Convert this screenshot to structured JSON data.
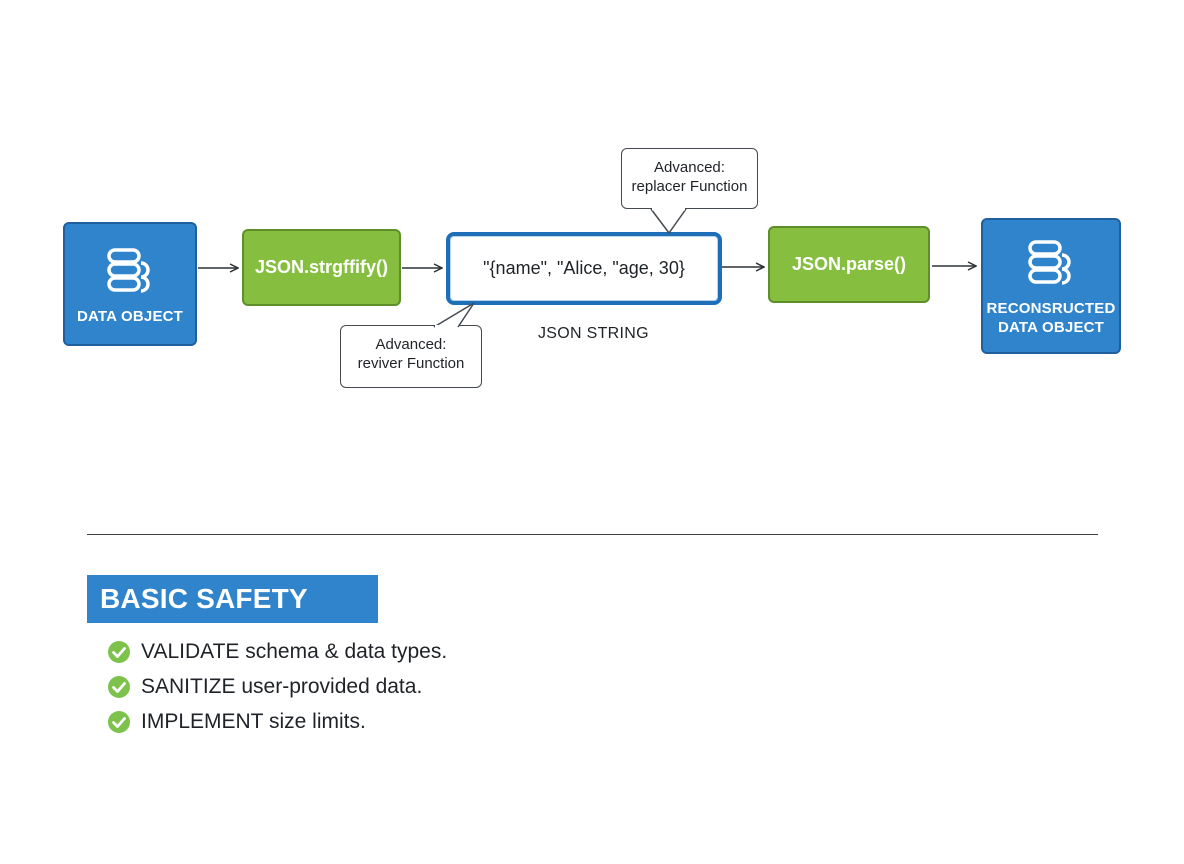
{
  "diagram": {
    "data_object": {
      "label": "DATA OBJECT",
      "icon": "database-icon"
    },
    "stringify": {
      "label": "JSON.strgffify()"
    },
    "json_string": {
      "value": "\"{name\", \"Alice, \"age, 30}",
      "caption": "JSON STRING"
    },
    "parse": {
      "label": "JSON.parse()"
    },
    "reconstructed": {
      "label_line1": "RECONSRUCTED",
      "label_line2": "DATA OBJECT",
      "icon": "database-icon"
    },
    "replacer_callout": {
      "line1": "Advanced:",
      "line2": "replacer Function"
    },
    "reviver_callout": {
      "line1": "Advanced:",
      "line2": "reviver Function"
    }
  },
  "tips": {
    "title": "BASIC SAFETY TIPS",
    "items": [
      {
        "text": "VALIDATE schema & data types."
      },
      {
        "text": "SANITIZE user-provided data."
      },
      {
        "text": "IMPLEMENT size limits."
      }
    ]
  },
  "colors": {
    "blue": "#2f84cc",
    "green": "#86bf3f",
    "check_green": "#7dc24b",
    "string_border": "#1f6fb8"
  }
}
